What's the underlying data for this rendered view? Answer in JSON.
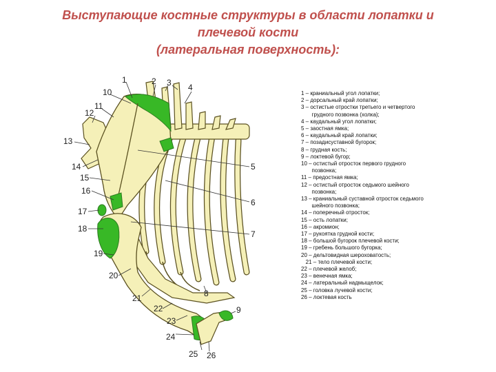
{
  "title": {
    "line1": "Выступающие костные структуры в области лопатки и",
    "line2": "плечевой кости",
    "line3": "(латеральная поверхность):"
  },
  "colors": {
    "title": "#c0504d",
    "bone_fill": "#f5f0b8",
    "bone_stroke": "#5a5020",
    "highlight": "#38b826"
  },
  "figure": {
    "labels": [
      "1",
      "2",
      "3",
      "4",
      "5",
      "6",
      "7",
      "8",
      "9",
      "10",
      "11",
      "12",
      "13",
      "14",
      "15",
      "16",
      "17",
      "18",
      "19",
      "20",
      "21",
      "22",
      "23",
      "24",
      "25",
      "26"
    ]
  },
  "legend": [
    "1 – краниальный угол лопатки;",
    "2 – дорсальный край лопатки;",
    "3 – остистые отростки третьего и четвертого",
    "       грудного позвонка (холка);",
    "4 – каудальный угол лопатки;",
    "5 – заостная ямка;",
    "6 – каудальный край лопатки;",
    "7 – позадисуставной бугорок;",
    "8 – грудная кость;",
    "9 – локтевой бугор;",
    "10 – остистый отросток первого грудного",
    "       позвонка;",
    "11 – предостная ямка;",
    "12 – остистый отросток седьмого шейного",
    "       позвонка;",
    "13 – краниальный суставной отросток седьмого",
    "       шейного позвонка;",
    "14 – поперечный отросток;",
    "15 – ость лопатки;",
    "16 – акромион;",
    "17 – рукоятка грудной кости;",
    "18 – большой бугорок плечевой кости;",
    "19 – гребень большого бугорка;",
    "20 – дельтовидная шероховатость;",
    "   21 – тело плечевой кости;",
    "22 – плечевой желоб;",
    "23 – венечная ямка;",
    "24 – латеральный надмыщелок;",
    "25 – головка лучевой кости;",
    "26 – локтевая кость"
  ]
}
